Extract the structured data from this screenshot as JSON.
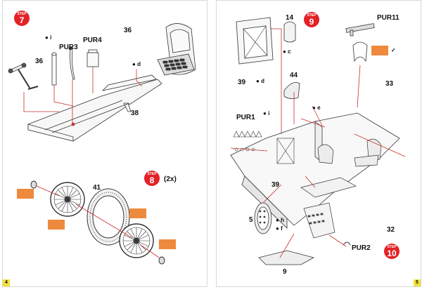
{
  "left_page": {
    "page_number": "4",
    "step7": {
      "label": "STEP",
      "number": "7"
    },
    "step8": {
      "label": "STEP",
      "number": "8",
      "qty": "(2x)"
    },
    "labels": {
      "p36a": "36",
      "p36b": "36",
      "pur3": "PUR3",
      "pur4": "PUR4",
      "p38": "38",
      "p41": "41"
    },
    "paint_codes": {
      "i": "i",
      "d": "d"
    }
  },
  "right_page": {
    "page_number": "5",
    "step9": {
      "label": "STEP",
      "number": "9"
    },
    "step10": {
      "label": "STEP",
      "number": "10"
    },
    "labels": {
      "p14": "14",
      "pur11": "PUR11",
      "p39a": "39",
      "p44": "44",
      "p33": "33",
      "pur1": "PUR1",
      "p39b": "39",
      "p5": "5",
      "p32": "32",
      "pur2": "PUR2",
      "p9": "9"
    },
    "paint_codes": {
      "c": "c",
      "d": "d",
      "e": "e",
      "i": "i",
      "h": "h",
      "f": "f"
    }
  },
  "colors": {
    "step_badge": "#e32227",
    "callout": "#ee8a3e",
    "assembly_arrow": "#c8312b",
    "page_tab": "#f2e23a"
  }
}
